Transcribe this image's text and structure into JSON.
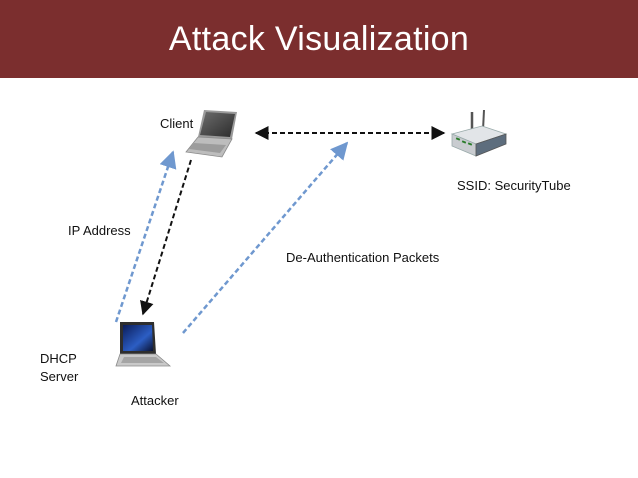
{
  "title": "Attack Visualization",
  "labels": {
    "client": "Client",
    "ssid": "SSID: SecurityTube",
    "ip_address": "IP Address",
    "deauth": "De-Authentication Packets",
    "dhcp_line1": "DHCP",
    "dhcp_line2": "Server",
    "attacker": "Attacker"
  },
  "colors": {
    "title_bar": "#7b2e2e",
    "blue_arrow": "#6f98cf",
    "black_arrow": "#111111"
  }
}
